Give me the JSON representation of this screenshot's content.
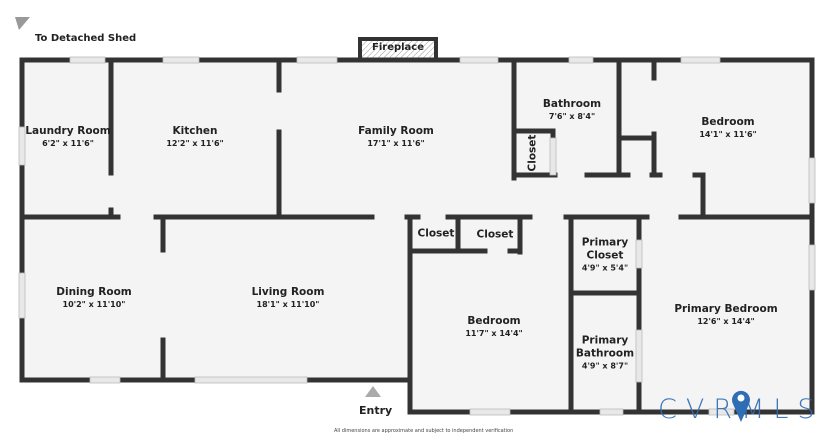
{
  "annotations": {
    "shed": "To Detached Shed",
    "fireplace": "Fireplace",
    "entry": "Entry",
    "disclaimer": "All dimensions are approximate and subject to independent verification"
  },
  "rooms": {
    "laundry": {
      "name": "Laundry Room",
      "dims": "6'2\" x 11'6\""
    },
    "kitchen": {
      "name": "Kitchen",
      "dims": "12'2\" x 11'6\""
    },
    "family": {
      "name": "Family Room",
      "dims": "17'1\" x 11'6\""
    },
    "bathroom": {
      "name": "Bathroom",
      "dims": "7'6\" x 8'4\""
    },
    "bedroom1": {
      "name": "Bedroom",
      "dims": "14'1\" x 11'6\""
    },
    "dining": {
      "name": "Dining Room",
      "dims": "10'2\" x 11'10\""
    },
    "living": {
      "name": "Living Room",
      "dims": "18'1\" x 11'10\""
    },
    "bedroom2": {
      "name": "Bedroom",
      "dims": "11'7\" x 14'4\""
    },
    "primary_closet": {
      "name": "Primary Closet",
      "dims": "4'9\" x 5'4\""
    },
    "primary_bath": {
      "name": "Primary Bathroom",
      "dims": "4'9\" x 8'7\""
    },
    "primary_bed": {
      "name": "Primary Bedroom",
      "dims": "12'6\" x 14'4\""
    },
    "closet_bath": {
      "name": "Closet"
    },
    "closet_a": {
      "name": "Closet"
    },
    "closet_b": {
      "name": "Closet"
    }
  },
  "logo": {
    "text": "CVRMLS",
    "color": "#2f6db5"
  },
  "colors": {
    "wall": "#333333",
    "floor": "#f4f4f4",
    "window": "#e6e6e6"
  }
}
